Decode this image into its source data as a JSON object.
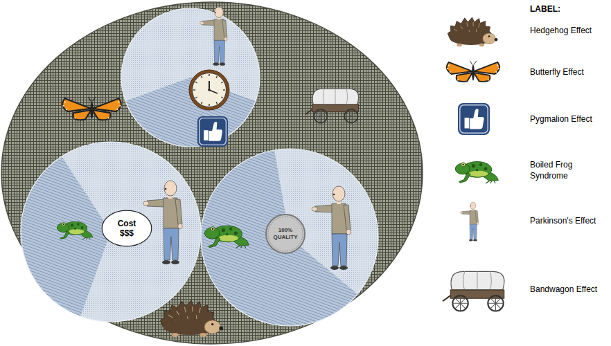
{
  "diagram": {
    "nodes": [
      {
        "text": [
          "Cost $$$"
        ]
      },
      {
        "text": [
          "100% QUALITY"
        ]
      }
    ],
    "labels": [
      "LABEL:"
    ],
    "legend": [
      {
        "text": "Hedgehog Effect"
      },
      {
        "text": "Butterfly Effect"
      },
      {
        "text": "Pygmalion Effect"
      },
      {
        "text": "Boiled Frog Syndrome"
      },
      {
        "text": "Parkinson's Effect"
      },
      {
        "text": "Bandwagon Effect"
      }
    ]
  }
}
